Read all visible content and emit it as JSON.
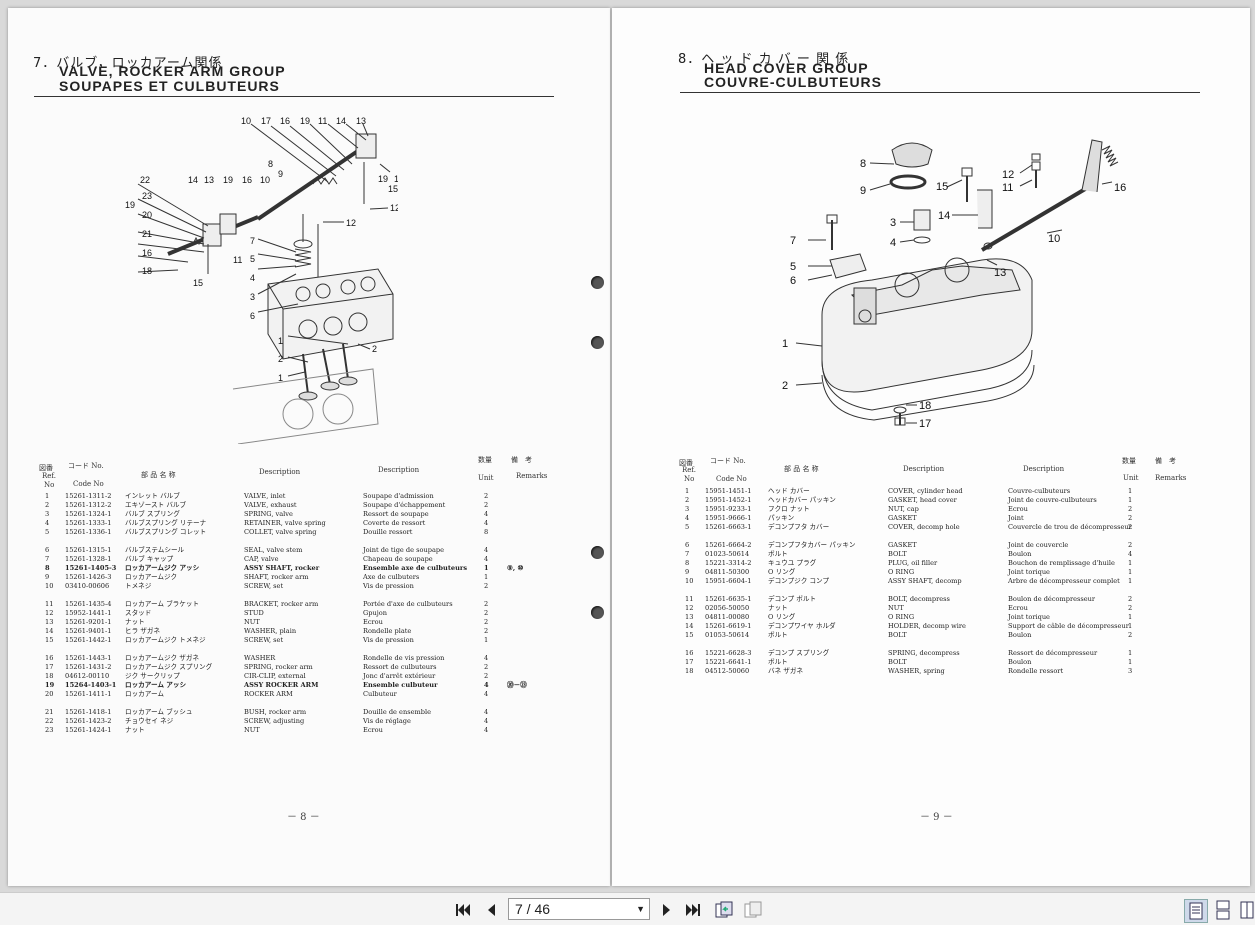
{
  "viewer": {
    "page_indicator": "7 / 46",
    "buttons": {
      "first_page": "first-page",
      "prev_page": "prev-page",
      "next_page": "next-page",
      "last_page": "last-page"
    }
  },
  "left_page": {
    "title_jp": "7．バルブ，ロッカアーム関係",
    "title_en1": "VALVE, ROCKER ARM GROUP",
    "title_fr": "SOUPAPES ET CULBUTEURS",
    "page_number": "－ 8 －",
    "callouts": [
      "10",
      "17",
      "16",
      "19",
      "11",
      "14",
      "13",
      "8",
      "9",
      "22",
      "13",
      "14",
      "19",
      "16",
      "10",
      "19",
      "23",
      "20",
      "21",
      "16",
      "18",
      "15",
      "15",
      "7",
      "5",
      "4",
      "3",
      "6",
      "1",
      "2",
      "1",
      "11",
      "12",
      "12",
      "19",
      "16",
      "18"
    ],
    "headers": {
      "ref_jp": "図番",
      "code_jp": "コード No.",
      "name_jp": "部 品 名 称",
      "ref_en": "Ref.",
      "ref_no": "No",
      "code_en": "Code No",
      "desc_en": "Description",
      "desc_fr": "Description",
      "qty_jp": "数量",
      "remarks_jp": "備　考",
      "unit": "Unit",
      "remarks": "Remarks"
    },
    "rows": [
      {
        "no": "1",
        "code": "15261-1311-2",
        "jp": "インレット バルブ",
        "en": "VALVE, inlet",
        "fr": "Soupape d'admission",
        "unit": "2",
        "rem": "",
        "bold": false
      },
      {
        "no": "2",
        "code": "15261-1312-2",
        "jp": "エキゾースト バルブ",
        "en": "VALVE, exhaust",
        "fr": "Soupape d'échappement",
        "unit": "2",
        "rem": "",
        "bold": false
      },
      {
        "no": "3",
        "code": "15261-1324-1",
        "jp": "バルブ スプリング",
        "en": "SPRING, valve",
        "fr": "Ressort de soupape",
        "unit": "4",
        "rem": "",
        "bold": false
      },
      {
        "no": "4",
        "code": "15261-1333-1",
        "jp": "バルブスプリング リテーナ",
        "en": "RETAINER, valve spring",
        "fr": "Coverte de ressort",
        "unit": "4",
        "rem": "",
        "bold": false
      },
      {
        "no": "5",
        "code": "15261-1336-1",
        "jp": "バルブスプリング コレット",
        "en": "COLLET, valve spring",
        "fr": "Douille ressort",
        "unit": "8",
        "rem": "",
        "bold": false
      },
      {
        "no": "6",
        "code": "15261-1315-1",
        "jp": "バルブステムシール",
        "en": "SEAL, valve stem",
        "fr": "Joint de tige de soupape",
        "unit": "4",
        "rem": "",
        "bold": false
      },
      {
        "no": "7",
        "code": "15261-1328-1",
        "jp": "バルブ キャップ",
        "en": "CAP, valve",
        "fr": "Chapeau de soupape",
        "unit": "4",
        "rem": "",
        "bold": false
      },
      {
        "no": "8",
        "code": "15261-1405-3",
        "jp": "ロッカアームジク アッシ",
        "en": "ASSY SHAFT, rocker",
        "fr": "Ensemble axe de culbuteurs",
        "unit": "1",
        "rem": "⑨, ⑩",
        "bold": true
      },
      {
        "no": "9",
        "code": "15261-1426-3",
        "jp": "ロッカアームジク",
        "en": "SHAFT, rocker arm",
        "fr": "Axe de culbuters",
        "unit": "1",
        "rem": "",
        "bold": false
      },
      {
        "no": "10",
        "code": "03410-00606",
        "jp": "トメネジ",
        "en": "SCREW, set",
        "fr": "Vis de pression",
        "unit": "2",
        "rem": "",
        "bold": false
      },
      {
        "no": "11",
        "code": "15261-1435-4",
        "jp": "ロッカアーム ブラケット",
        "en": "BRACKET, rocker arm",
        "fr": "Portée d'axe de culbuteurs",
        "unit": "2",
        "rem": "",
        "bold": false
      },
      {
        "no": "12",
        "code": "15952-1441-1",
        "jp": "スタッド",
        "en": "STUD",
        "fr": "Gpujon",
        "unit": "2",
        "rem": "",
        "bold": false
      },
      {
        "no": "13",
        "code": "15261-9201-1",
        "jp": "ナット",
        "en": "NUT",
        "fr": "Ecrou",
        "unit": "2",
        "rem": "",
        "bold": false
      },
      {
        "no": "14",
        "code": "15261-9401-1",
        "jp": "ヒラ ザガネ",
        "en": "WASHER, plain",
        "fr": "Rondelle plate",
        "unit": "2",
        "rem": "",
        "bold": false
      },
      {
        "no": "15",
        "code": "15261-1442-1",
        "jp": "ロッカアームジク トメネジ",
        "en": "SCREW, set",
        "fr": "Vis de pression",
        "unit": "1",
        "rem": "",
        "bold": false
      },
      {
        "no": "16",
        "code": "15261-1443-1",
        "jp": "ロッカアームジク ザガネ",
        "en": "WASHER",
        "fr": "Rondelle de vis pression",
        "unit": "4",
        "rem": "",
        "bold": false
      },
      {
        "no": "17",
        "code": "15261-1431-2",
        "jp": "ロッカアームジク スプリング",
        "en": "SPRING, rocker arm",
        "fr": "Ressort de culbuteurs",
        "unit": "2",
        "rem": "",
        "bold": false
      },
      {
        "no": "18",
        "code": "04612-00110",
        "jp": "ジク サークリップ",
        "en": "CIR-CLIP, external",
        "fr": "Jonc d'arrêt extérieur",
        "unit": "2",
        "rem": "",
        "bold": false
      },
      {
        "no": "19",
        "code": "15264-1403-1",
        "jp": "ロッカアーム アッシ",
        "en": "ASSY ROCKER ARM",
        "fr": "Ensemble culbuteur",
        "unit": "4",
        "rem": "⑳－㉓",
        "bold": true
      },
      {
        "no": "20",
        "code": "15261-1411-1",
        "jp": "ロッカアーム",
        "en": "ROCKER ARM",
        "fr": "Culbuteur",
        "unit": "4",
        "rem": "",
        "bold": false
      },
      {
        "no": "21",
        "code": "15261-1418-1",
        "jp": "ロッカアーム ブッシュ",
        "en": "BUSH, rocker arm",
        "fr": "Douille de ensemble",
        "unit": "4",
        "rem": "",
        "bold": false
      },
      {
        "no": "22",
        "code": "15261-1423-2",
        "jp": "チョウセイ ネジ",
        "en": "SCREW, adjusting",
        "fr": "Vis de réglage",
        "unit": "4",
        "rem": "",
        "bold": false
      },
      {
        "no": "23",
        "code": "15261-1424-1",
        "jp": "ナット",
        "en": "NUT",
        "fr": "Ecrou",
        "unit": "4",
        "rem": "",
        "bold": false
      }
    ]
  },
  "right_page": {
    "title_jp": "8．ヘ ッ ド カ バ ー 関 係",
    "title_en1": "HEAD COVER GROUP",
    "title_fr": "COUVRE-CULBUTEURS",
    "page_number": "－ 9 －",
    "callouts": [
      "8",
      "9",
      "3",
      "4",
      "7",
      "5",
      "6",
      "1",
      "2",
      "15",
      "14",
      "12",
      "11",
      "16",
      "10",
      "13",
      "18",
      "17"
    ],
    "headers": {
      "ref_jp": "図番",
      "code_jp": "コード No.",
      "name_jp": "部 品 名 称",
      "ref_en": "Ref.",
      "ref_no": "No",
      "code_en": "Code No",
      "desc_en": "Description",
      "desc_fr": "Description",
      "qty_jp": "数量",
      "remarks_jp": "備　考",
      "unit": "Unit",
      "remarks": "Remarks"
    },
    "rows": [
      {
        "no": "1",
        "code": "15951-1451-1",
        "jp": "ヘッド カバー",
        "en": "COVER, cylinder head",
        "fr": "Couvre-culbuteurs",
        "unit": "1",
        "rem": ""
      },
      {
        "no": "2",
        "code": "15951-1452-1",
        "jp": "ヘッドカバー パッキン",
        "en": "GASKET, head cover",
        "fr": "Joint de couvre-culbuteurs",
        "unit": "1",
        "rem": ""
      },
      {
        "no": "3",
        "code": "15951-9233-1",
        "jp": "フクロ ナット",
        "en": "NUT, cap",
        "fr": "Ecrou",
        "unit": "2",
        "rem": ""
      },
      {
        "no": "4",
        "code": "15951-9666-1",
        "jp": "パッキン",
        "en": "GASKET",
        "fr": "Joint",
        "unit": "2",
        "rem": ""
      },
      {
        "no": "5",
        "code": "15261-6663-1",
        "jp": "デコンプフタ カバー",
        "en": "COVER, decomp hole",
        "fr": "Couvercle de trou de décompresseur",
        "unit": "2",
        "rem": ""
      },
      {
        "no": "6",
        "code": "15261-6664-2",
        "jp": "デコンプフタカバー パッキン",
        "en": "GASKET",
        "fr": "Joint de couvercle",
        "unit": "2",
        "rem": ""
      },
      {
        "no": "7",
        "code": "01023-50614",
        "jp": "ボルト",
        "en": "BOLT",
        "fr": "Boulon",
        "unit": "4",
        "rem": ""
      },
      {
        "no": "8",
        "code": "15221-3314-2",
        "jp": "キュウユ プラグ",
        "en": "PLUG, oil filler",
        "fr": "Bouchon de remplissage d'huile",
        "unit": "1",
        "rem": ""
      },
      {
        "no": "9",
        "code": "04811-50300",
        "jp": "O リング",
        "en": "O RING",
        "fr": "Joint torique",
        "unit": "1",
        "rem": ""
      },
      {
        "no": "10",
        "code": "15951-6604-1",
        "jp": "デコンプジク コンプ",
        "en": "ASSY SHAFT, decomp",
        "fr": "Arbre de décompresseur complet",
        "unit": "1",
        "rem": ""
      },
      {
        "no": "11",
        "code": "15261-6635-1",
        "jp": "デコンプ ボルト",
        "en": "BOLT, decompress",
        "fr": "Boulon de décompresseur",
        "unit": "2",
        "rem": ""
      },
      {
        "no": "12",
        "code": "02056-50050",
        "jp": "ナット",
        "en": "NUT",
        "fr": "Ecrou",
        "unit": "2",
        "rem": ""
      },
      {
        "no": "13",
        "code": "04811-00080",
        "jp": "O リング",
        "en": "O RING",
        "fr": "Joint torique",
        "unit": "1",
        "rem": ""
      },
      {
        "no": "14",
        "code": "15261-6619-1",
        "jp": "デコンプワイヤ ホルダ",
        "en": "HOLDER, decomp wire",
        "fr": "Support de câble de décompresseur",
        "unit": "1",
        "rem": ""
      },
      {
        "no": "15",
        "code": "01053-50614",
        "jp": "ボルト",
        "en": "BOLT",
        "fr": "Boulon",
        "unit": "2",
        "rem": ""
      },
      {
        "no": "16",
        "code": "15221-6628-3",
        "jp": "デコンプ スプリング",
        "en": "SPRING, decompress",
        "fr": "Ressort de décompresseur",
        "unit": "1",
        "rem": ""
      },
      {
        "no": "17",
        "code": "15221-6641-1",
        "jp": "ボルト",
        "en": "BOLT",
        "fr": "Boulon",
        "unit": "1",
        "rem": ""
      },
      {
        "no": "18",
        "code": "04512-50060",
        "jp": "バネ ザガネ",
        "en": "WASHER, spring",
        "fr": "Rondelle ressort",
        "unit": "3",
        "rem": ""
      }
    ]
  }
}
